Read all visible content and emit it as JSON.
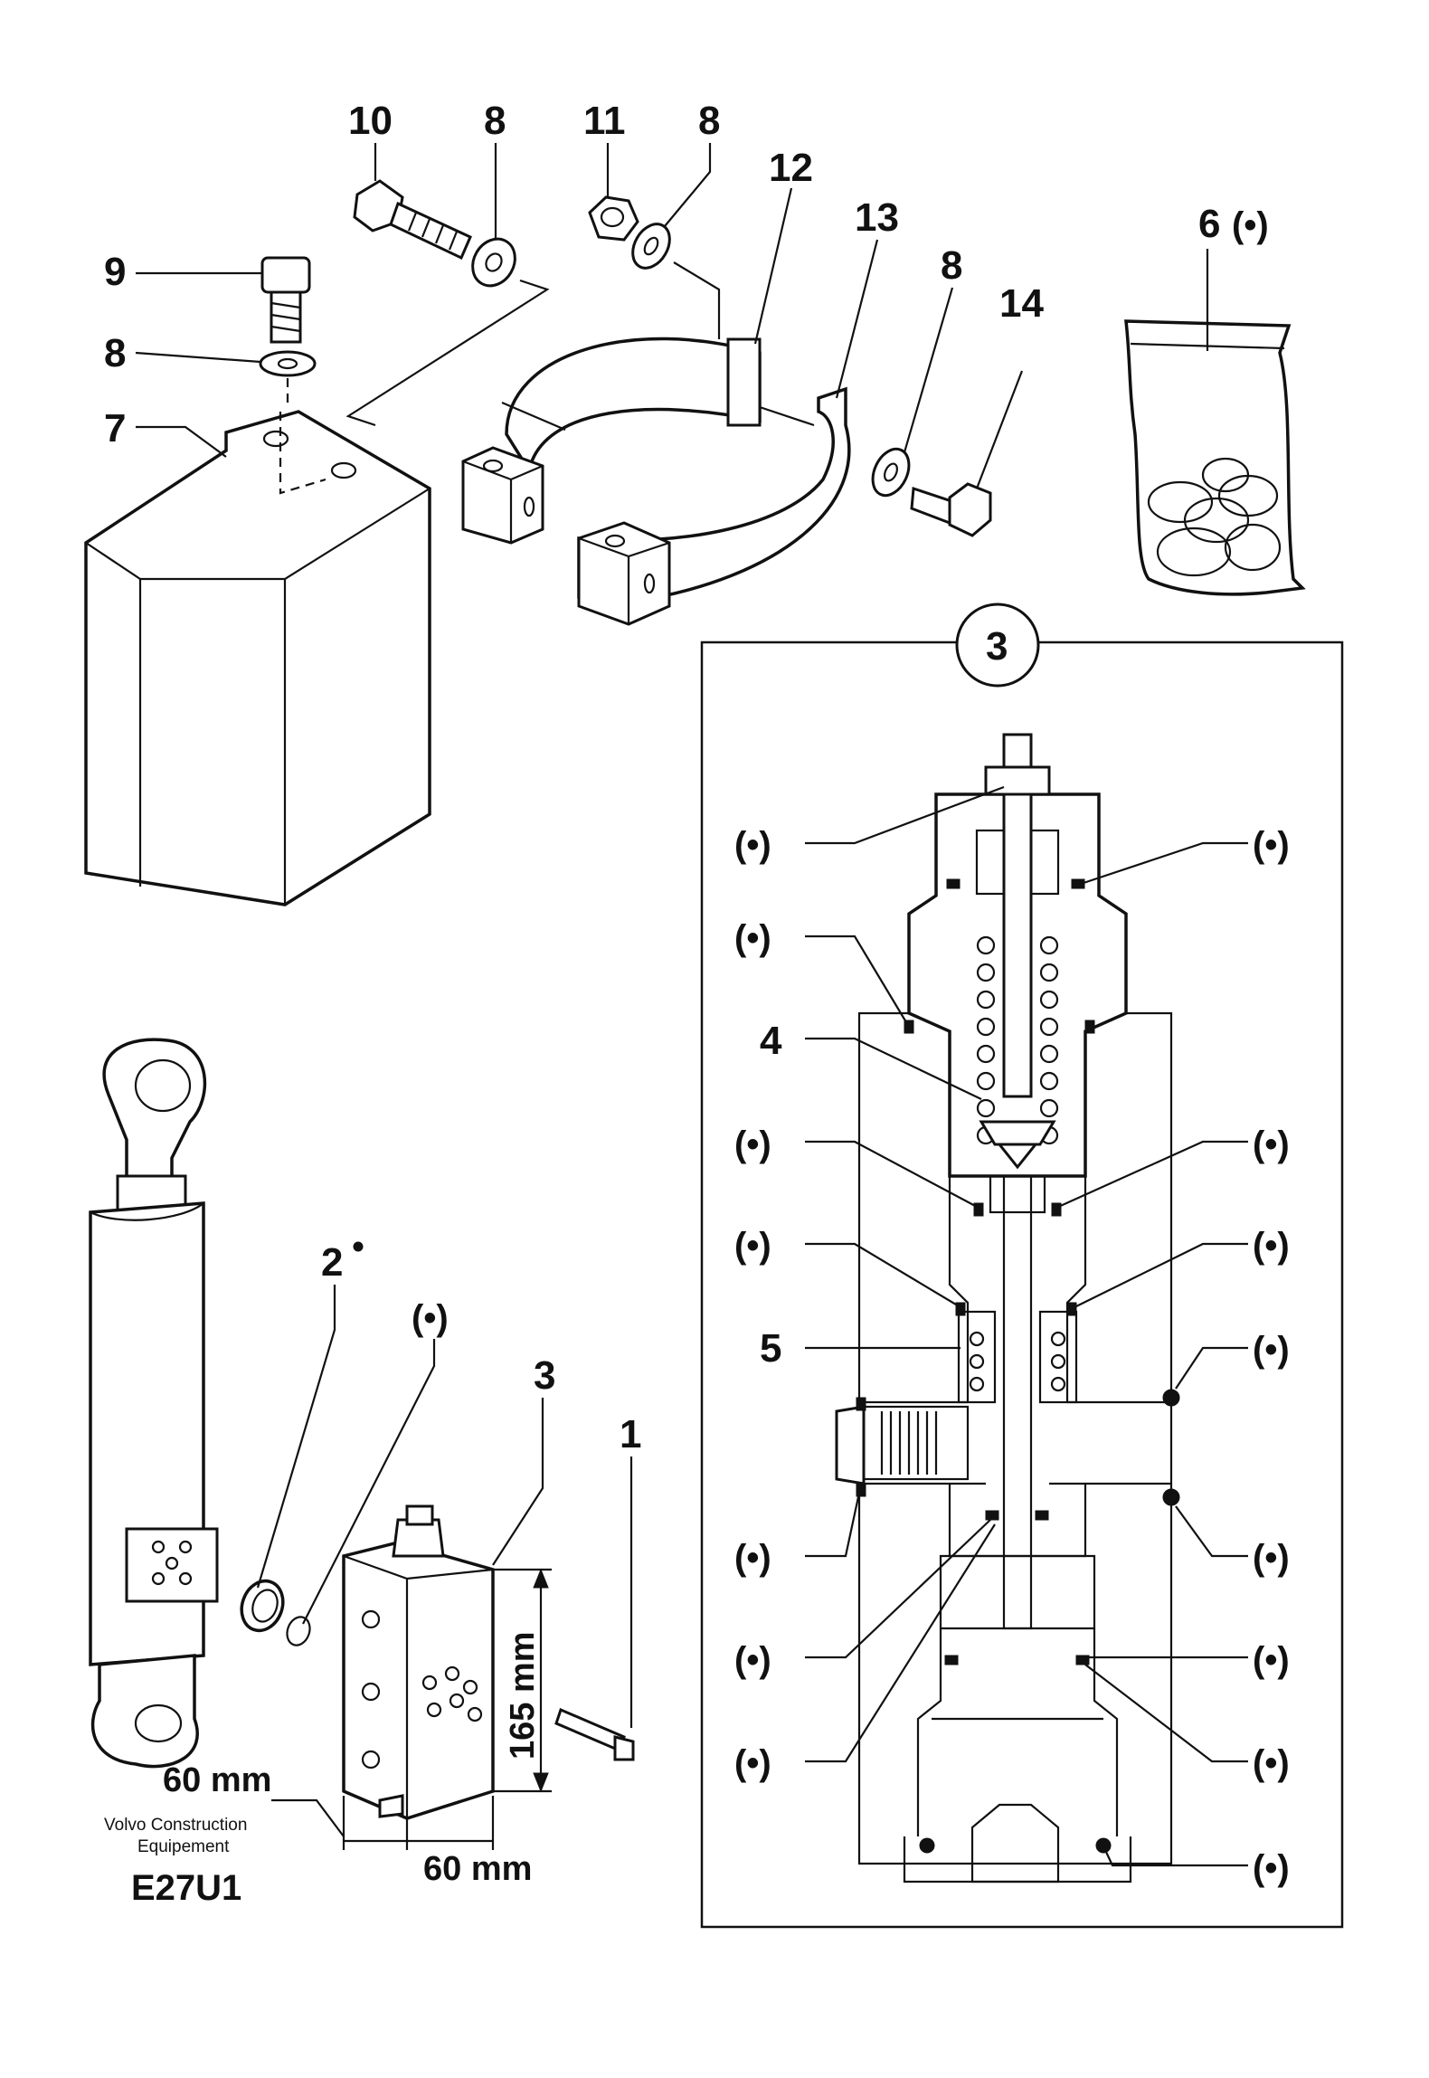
{
  "labels": {
    "l10": "10",
    "l8a": "8",
    "l11": "11",
    "l8b": "8",
    "l12": "12",
    "l13": "13",
    "l8c": "8",
    "l14": "14",
    "l9": "9",
    "l8d": "8",
    "l7": "7",
    "l6": "6",
    "l3box": "3",
    "l2": "2",
    "l3": "3",
    "l1": "1",
    "l4": "4",
    "l5": "5"
  },
  "ref_marker": "(•)",
  "dimensions": {
    "height": "165 mm",
    "width_left": "60 mm",
    "width_bottom": "60 mm"
  },
  "footer": {
    "brand_line1": "Volvo Construction",
    "brand_line2": "Equipement",
    "code": "E27U1"
  }
}
